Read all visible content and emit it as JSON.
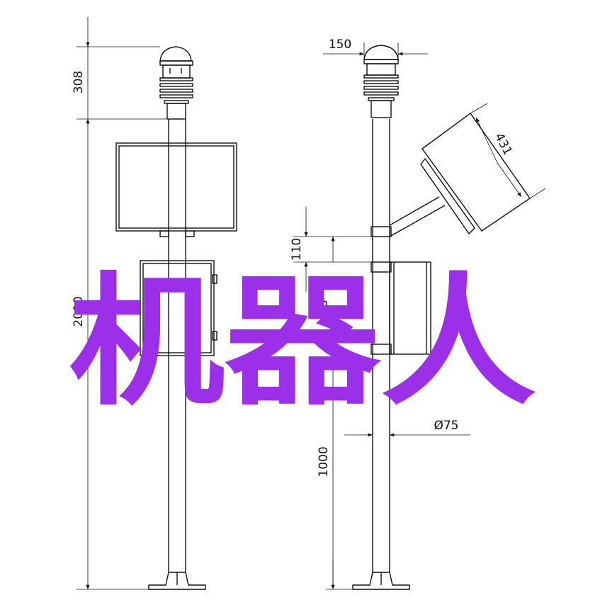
{
  "drawing": {
    "dimensions": {
      "sensor_height": "308",
      "total_height": "2000",
      "sensor_width": "150",
      "panel_size": "431",
      "bracket_gap": "110",
      "box_gap": "30",
      "pole_diameter": "Ø75",
      "lower_height": "1000"
    }
  },
  "watermark": {
    "text": "机器人",
    "color": "#9b30e8"
  }
}
